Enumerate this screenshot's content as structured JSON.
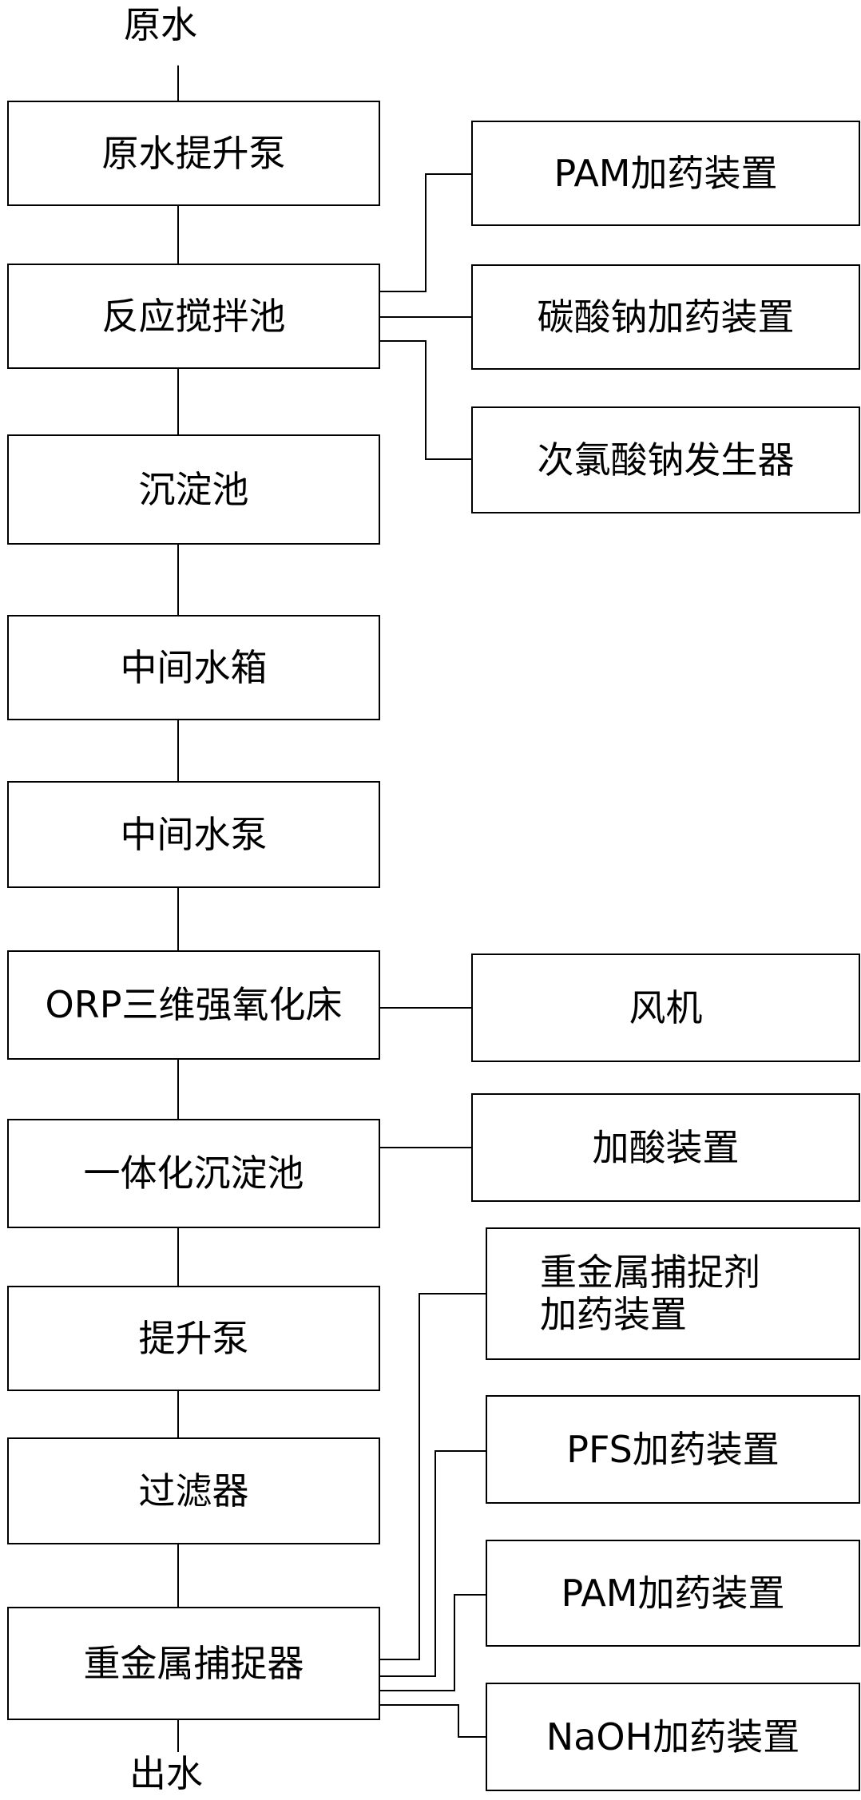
{
  "terminals": {
    "input": "原水",
    "output": "出水"
  },
  "main_process": [
    "原水提升泵",
    "反应搅拌池",
    "沉淀池",
    "中间水箱",
    "中间水泵",
    "ORP三维强氧化床",
    "一体化沉淀池",
    "提升泵",
    "过滤器",
    "重金属捕捉器"
  ],
  "auxiliary_units": {
    "reaction_tank": [
      "PAM加药装置",
      "碳酸钠加药装置",
      "次氯酸钠发生器"
    ],
    "orp_bed": [
      "风机"
    ],
    "integrated_settler": [
      "加酸装置"
    ],
    "heavy_metal_catcher": [
      "重金属捕捉剂\n加药装置",
      "PFS加药装置",
      "PAM加药装置",
      "NaOH加药装置"
    ]
  },
  "colors": {
    "line": "#000000",
    "border": "#000000",
    "background": "#ffffff"
  }
}
